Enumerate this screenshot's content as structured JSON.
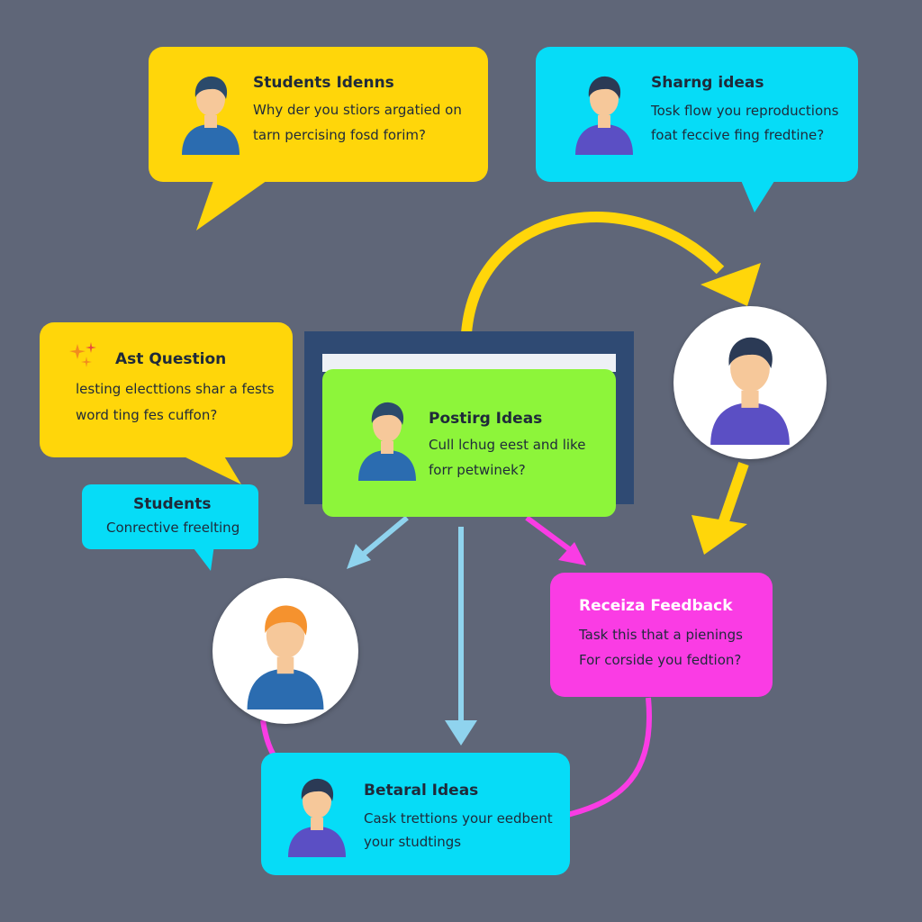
{
  "colors": {
    "background": "#5f6678",
    "yellow": "#ffd60a",
    "cyan": "#06dcf7",
    "green": "#8df53a",
    "magenta": "#fa3ce4",
    "navy": "#2f4a73",
    "arrow_light_blue": "#8fd3ee"
  },
  "nodes": {
    "students_ideas": {
      "title": "Students Idenns",
      "line1": "Why der you stiors argatied on",
      "line2": "tarn percising fosd forim?"
    },
    "sharing_ideas": {
      "title": "Sharng ideas",
      "line1": "Tosk flow you reproductions",
      "line2": "foat feccive fing fredtine?"
    },
    "ask_question": {
      "title": "Ast Question",
      "line1": "lesting electtions shar a fests",
      "line2": "word ting fes cuffon?"
    },
    "students": {
      "title": "Students",
      "line1": "Conrective freelting"
    },
    "posting_ideas": {
      "title": "Postirg Ideas",
      "line1": "Cull lchug eest and like",
      "line2": "forr petwinek?"
    },
    "receive_feedback": {
      "title": "Receiza Feedback",
      "line1": "Task this that a pienings",
      "line2": "For corside you fedtion?"
    },
    "betaral_ideas": {
      "title": "Betaral Ideas",
      "line1": "Cask trettions your eedbent",
      "line2": "your studtings"
    }
  },
  "icons": [
    "person-avatar-icon",
    "sparkle-icon",
    "arrow-icon"
  ]
}
